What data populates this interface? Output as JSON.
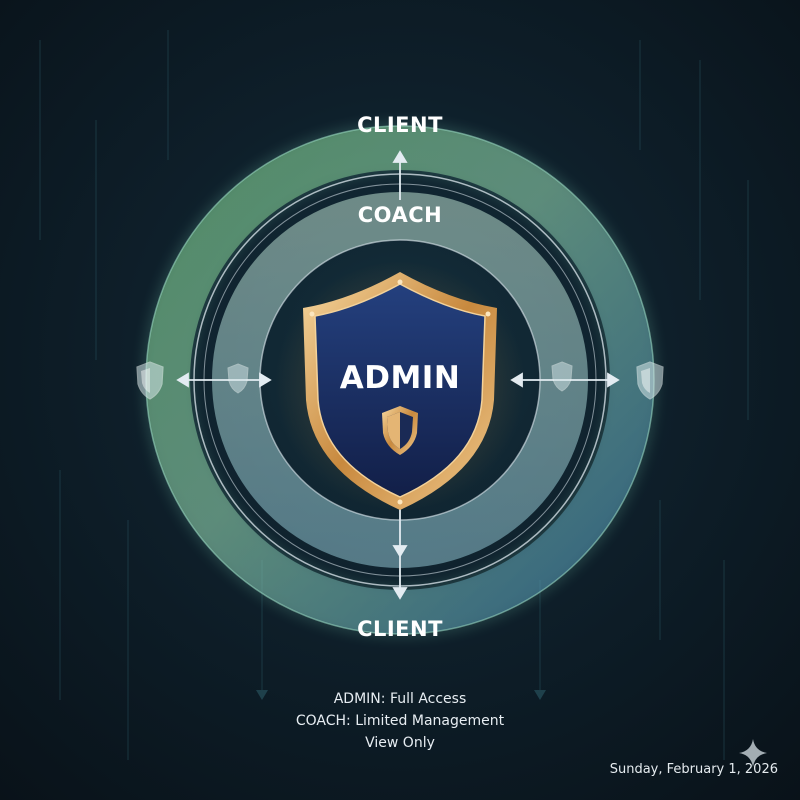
{
  "diagram": {
    "outer_ring_top_label": "CLIENT",
    "inner_ring_label": "COACH",
    "outer_ring_bottom_label": "CLIENT",
    "center_label": "ADMIN"
  },
  "legend": {
    "items": [
      "ADMIN: Full Access",
      "COACH: Limited Management",
      "View Only"
    ]
  },
  "footer": {
    "date": "Sunday, February 1, 2026"
  },
  "colors": {
    "outer_ring_top": "#6fc97f",
    "outer_ring_bottom": "#4a86b5",
    "inner_ring": "#a7d3cf",
    "shield_gold": "#d9a55a",
    "shield_fill": "#1a2f66",
    "background": "#0e1f2a"
  },
  "icons": {
    "center": "admin-shield-icon",
    "small": "small-shield-icon",
    "decoration": "sparkle-icon"
  }
}
